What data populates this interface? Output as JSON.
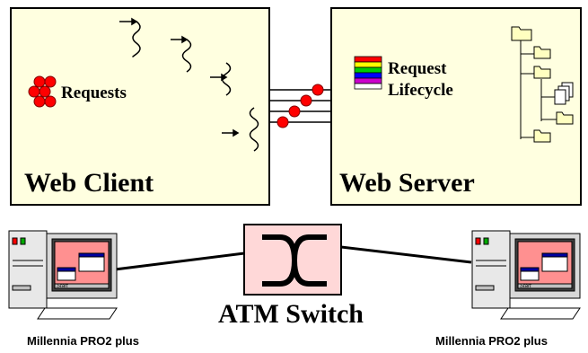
{
  "client": {
    "title": "Web Client",
    "requests_label": "Requests"
  },
  "server": {
    "title": "Web Server",
    "lifecycle_label_line1": "Request",
    "lifecycle_label_line2": "Lifecycle"
  },
  "switch": {
    "label": "ATM Switch"
  },
  "computers": [
    {
      "label": "Millennia PRO2 plus",
      "start_label": "Start"
    },
    {
      "label": "Millennia PRO2 plus",
      "start_label": "Start"
    }
  ],
  "colors": {
    "box_fill": "#ffffe0",
    "request_dot": "#ff0000",
    "switch_fill": "#ffd8d8",
    "folder_fill": "#ffffc0",
    "lifecycle_stripes": [
      "#ff0000",
      "#ffff00",
      "#00cc00",
      "#0000ff",
      "#cc00cc",
      "#ffffff"
    ]
  }
}
